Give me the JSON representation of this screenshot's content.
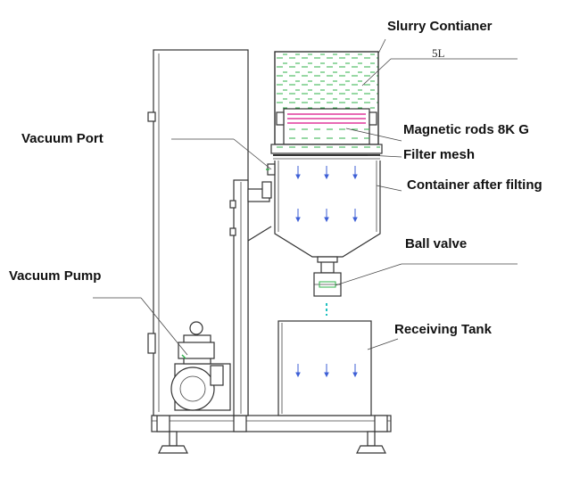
{
  "labels": {
    "slurry_container": "Slurry Contianer",
    "volume": "5L",
    "magnetic_rods": "Magnetic rods 8K G",
    "filter_mesh": "Filter mesh",
    "vacuum_port": "Vacuum Port",
    "container_after": "Container after filting",
    "ball_valve": "Ball valve",
    "vacuum_pump": "Vacuum Pump",
    "receiving_tank": "Receiving Tank"
  },
  "colors": {
    "slurry": "#2fb24a",
    "magnet": "#e0389b",
    "flow_arrow": "#3d5fd6",
    "flow_out": "#1fc0c0",
    "line": "#333333"
  }
}
